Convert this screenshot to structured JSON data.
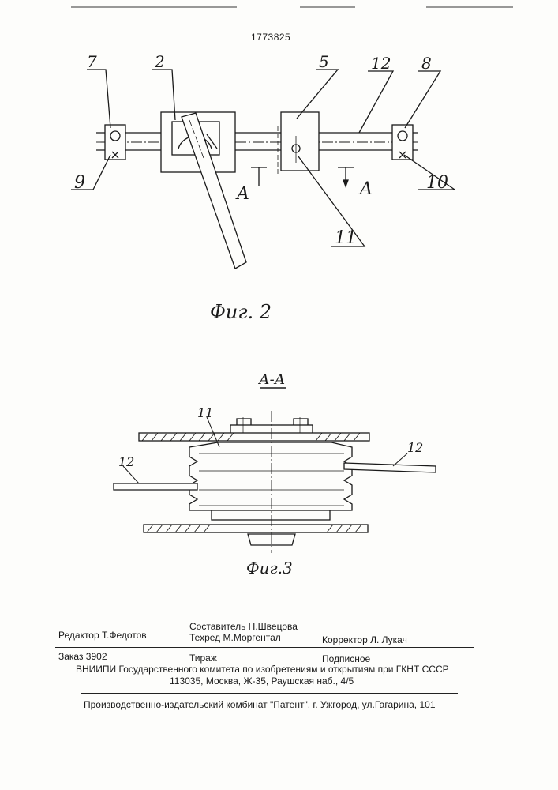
{
  "header": {
    "patent_number": "1773825"
  },
  "figure2": {
    "caption": "Фиг. 2",
    "labels": {
      "l7": "7",
      "l2": "2",
      "l5": "5",
      "l12": "12",
      "l8": "8",
      "l9": "9",
      "l10": "10",
      "l11": "11",
      "a_left": "A",
      "a_right": "A"
    }
  },
  "figure3": {
    "section_title": "А-А",
    "caption": "Фиг.3",
    "labels": {
      "l11": "11",
      "l12_left": "12",
      "l12_right": "12"
    }
  },
  "imprint": {
    "editor": "Редактор  Т.Федотов",
    "compiler": "Составитель  Н.Швецова",
    "techred": "Техред М.Моргентал",
    "corrector": "Корректор  Л. Лукач",
    "order": "Заказ  3902",
    "circulation": "Тираж",
    "subscription": "Подписное",
    "vniipi": "ВНИИПИ Государственного комитета по изобретениям и открытиям при ГКНТ СССР",
    "address": "113035, Москва, Ж-35, Раушская наб., 4/5",
    "plant": "Производственно-издательский комбинат \"Патент\", г. Ужгород, ул.Гагарина, 101"
  }
}
